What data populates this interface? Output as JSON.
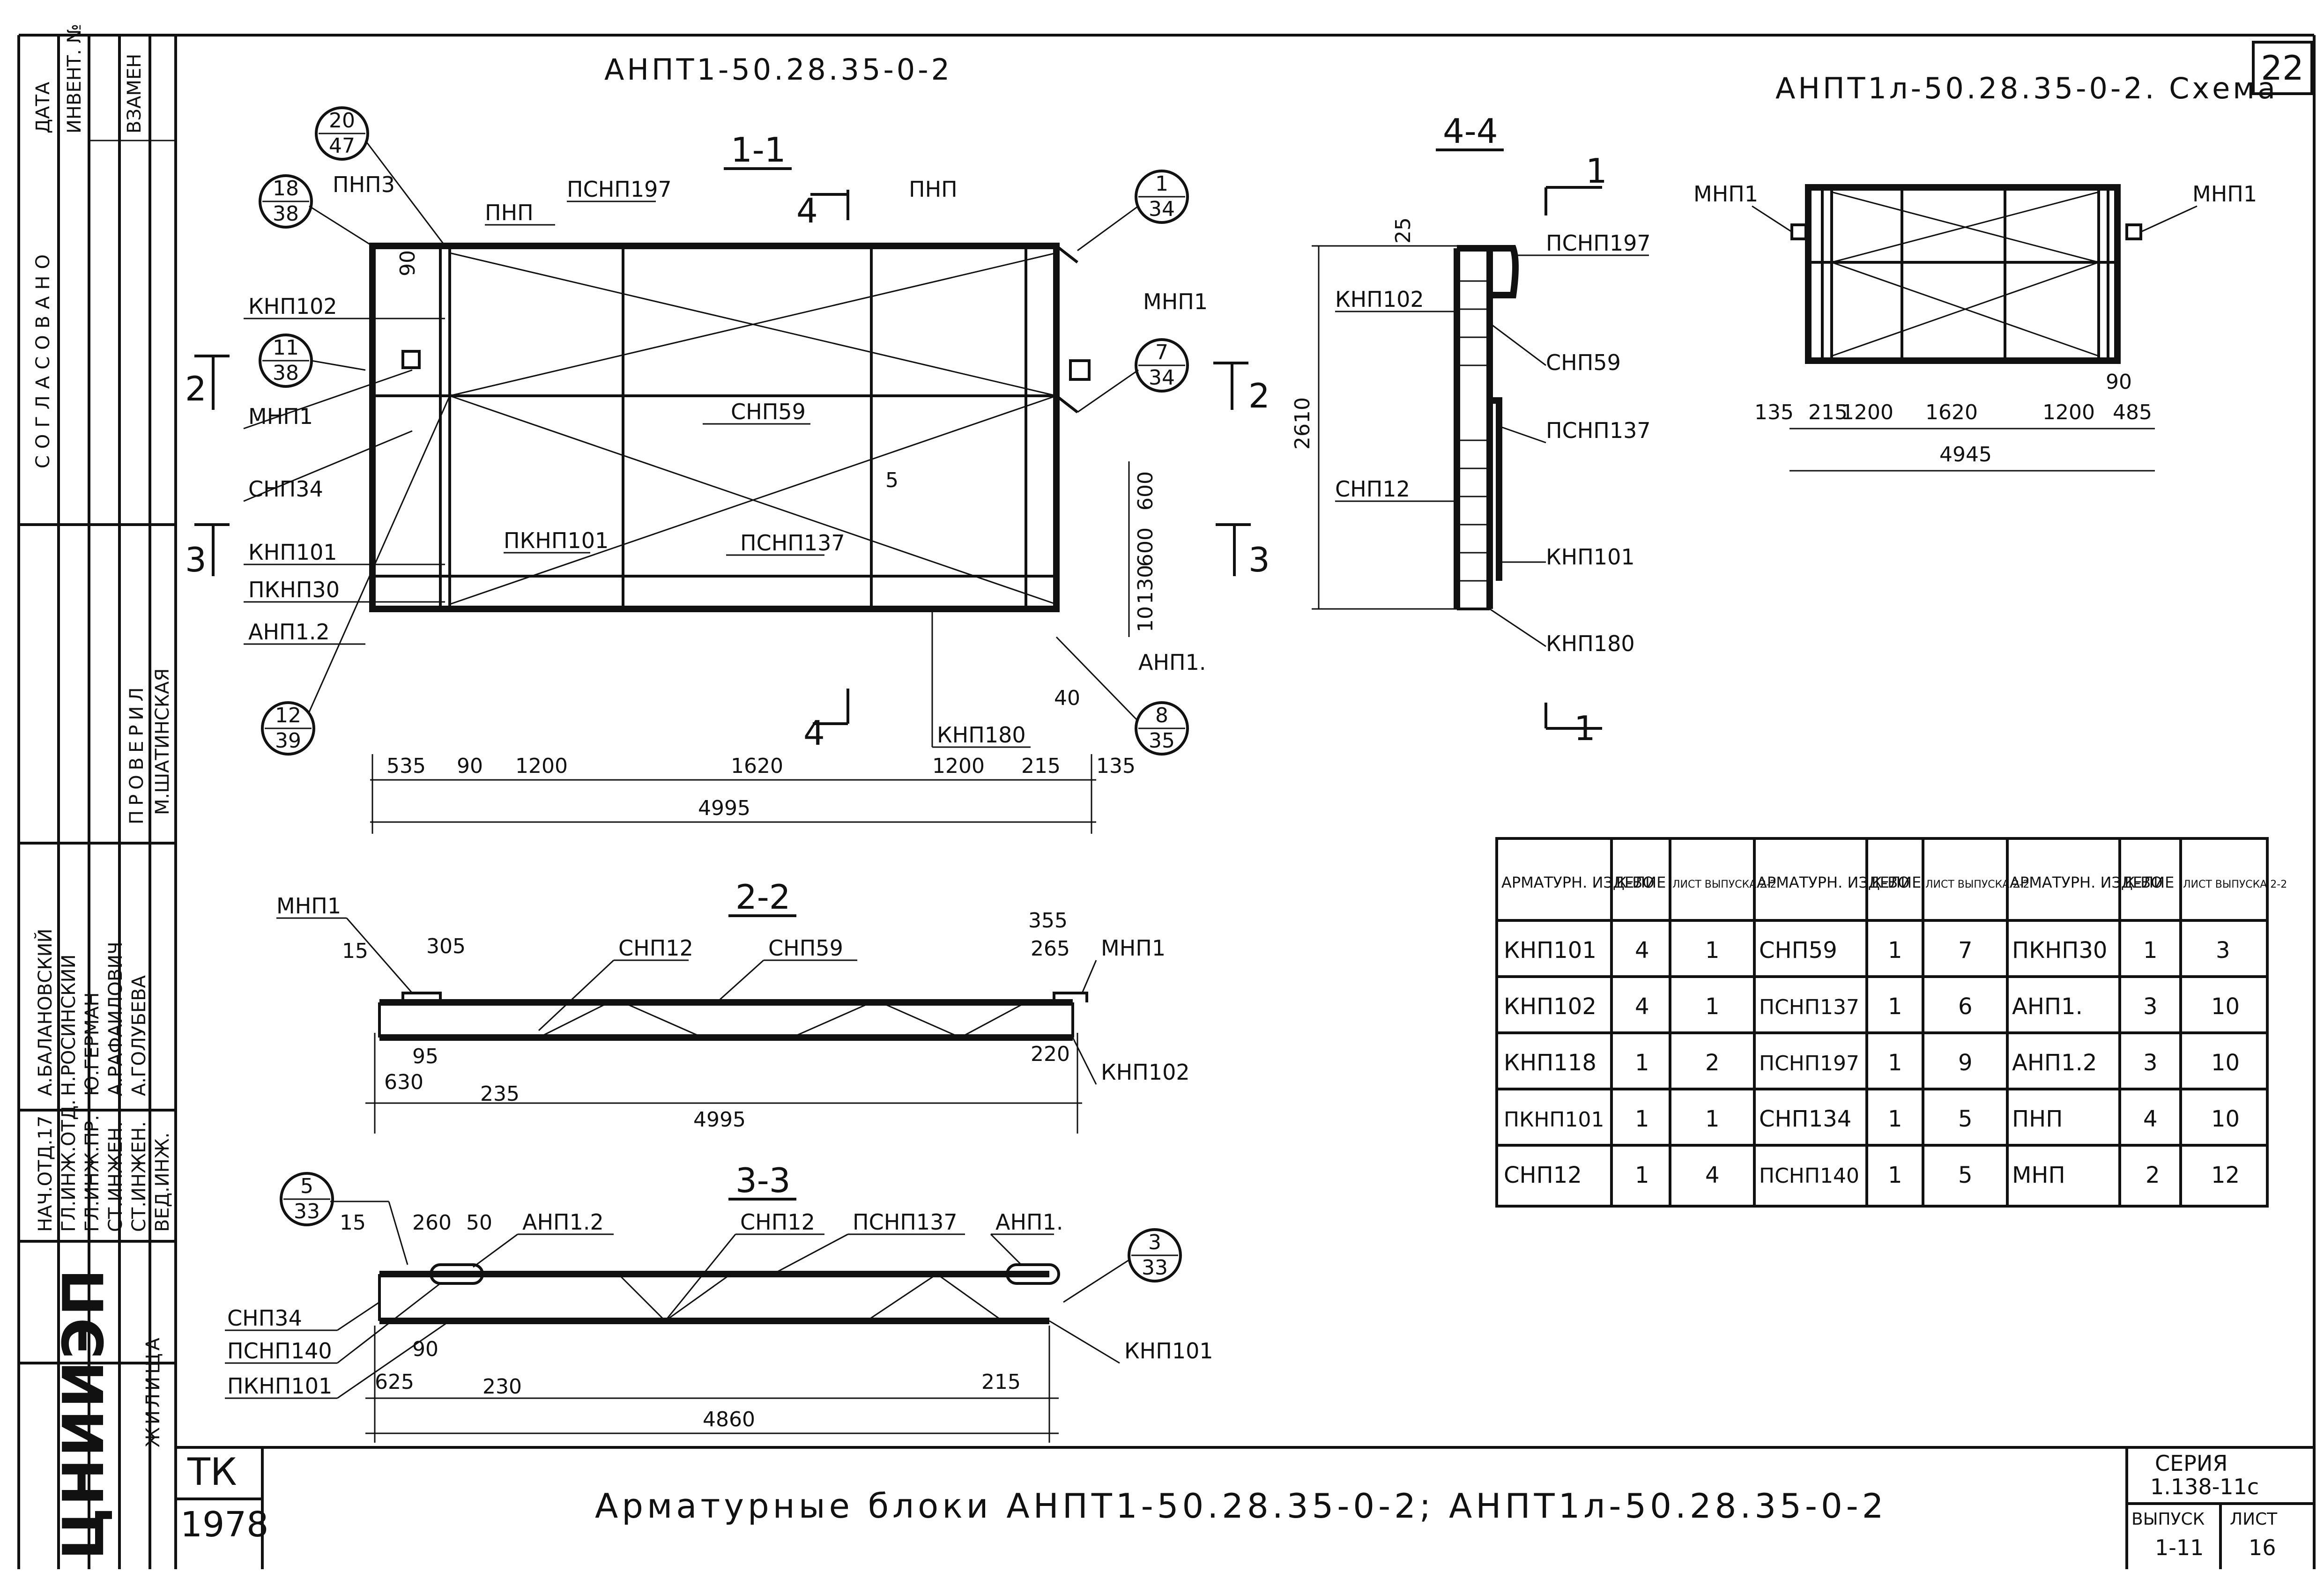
{
  "page_number": "22",
  "title_main": "АНПТ1-50.28.35-0-2",
  "title_scheme": "АНПТ1л-50.28.35-0-2. Схема",
  "bottom_title": "Арматурные блоки АНПТ1-50.28.35-0-2; АНПТ1л-50.28.35-0-2",
  "stamp": {
    "tk": "ТК",
    "year": "1978",
    "series_label": "СЕРИЯ",
    "series": "1.138-11с",
    "vypusk_label": "ВЫПУСК",
    "list_label": "ЛИСТ",
    "vypusk": "1-11",
    "list": "16"
  },
  "sidebar": {
    "agreed": "СОГЛАСОВАНО",
    "date": "ДАТА",
    "inv": "ИНВЕНТ. №",
    "zamen": "ВЗАМЕН",
    "checked": "ПРОВЕРИЛ",
    "org": "ЖИЛИЩА",
    "logo": "ЦНИИЭП",
    "roles": [
      "НАЧ.ОТД.17",
      "ГЛ.ИНЖ.ОТД.",
      "ГЛ.ИНЖ.ПР.",
      "СТ.ИНЖЕН.",
      "СТ.ИНЖЕН.",
      "ВЕД.ИНЖ."
    ],
    "names": [
      "А.БАЛАНОВСКИЙ",
      "Н.РОСИНСКИЙ",
      "Ю.ГЕРМАН",
      "А.РАФАИЛОВИЧ",
      "А.ГОЛУБЕВА",
      "М.ШАТИНСКАЯ"
    ]
  },
  "section_1_1": {
    "label": "1-1",
    "callouts": [
      {
        "top": "20",
        "bottom": "47"
      },
      {
        "top": "18",
        "bottom": "38"
      },
      {
        "top": "11",
        "bottom": "38"
      },
      {
        "top": "12",
        "bottom": "39"
      },
      {
        "top": "1",
        "bottom": "34"
      },
      {
        "top": "7",
        "bottom": "34"
      },
      {
        "top": "8",
        "bottom": "35"
      }
    ],
    "labels": [
      "ПНП3",
      "ПНП",
      "ПСНП197",
      "ПНП",
      "КНП102",
      "МНП1",
      "МНП1",
      "СНП59",
      "СНП34",
      "ПКНП101",
      "ПСНП137",
      "КНП101",
      "ПКНП30",
      "АНП1.2",
      "КНП180",
      "АНП1."
    ],
    "cut_marks": [
      "2",
      "2",
      "3",
      "3",
      "4",
      "4"
    ],
    "dims_bottom": [
      "535",
      "90",
      "1200",
      "1620",
      "1200",
      "215",
      "135"
    ],
    "total": "4995",
    "dims_right": [
      "600",
      "600",
      "130",
      "10",
      "40"
    ],
    "dim_top": "90",
    "note_5": "5"
  },
  "section_4_4": {
    "label": "4-4",
    "labels": [
      "ПСНП197",
      "КНП102",
      "СНП59",
      "ПСНП137",
      "СНП12",
      "КНП101",
      "КНП180"
    ],
    "dims": [
      "25",
      "2610"
    ],
    "cut_marks": [
      "1",
      "1"
    ]
  },
  "section_2_2": {
    "label": "2-2",
    "labels": [
      "МНП1",
      "СНП12",
      "СНП59",
      "МНП1",
      "КНП102"
    ],
    "dims": [
      "15",
      "305",
      "355",
      "265",
      "95",
      "630",
      "235",
      "220"
    ],
    "total": "4995"
  },
  "section_3_3": {
    "label": "3-3",
    "callouts": [
      {
        "top": "5",
        "bottom": "33"
      },
      {
        "top": "3",
        "bottom": "33"
      }
    ],
    "labels": [
      "АНП1.2",
      "СНП12",
      "ПСНП137",
      "АНП1.",
      "СНП34",
      "ПСНП140",
      "ПКНП101",
      "КНП101"
    ],
    "dims": [
      "15",
      "260",
      "50",
      "90",
      "625",
      "230",
      "215"
    ],
    "total": "4860"
  },
  "scheme": {
    "labels": [
      "МНП1",
      "МНП1"
    ],
    "dims": [
      "135",
      "215",
      "1200",
      "1620",
      "1200",
      "90",
      "485"
    ],
    "total": "4945"
  },
  "spec_table": {
    "headers": [
      "АРМАТУРН. ИЗДЕЛИЕ",
      "К-ВО",
      "ЛИСТ ВЫПУСКА 2-2",
      "АРМАТУРН. ИЗДЕЛИЕ",
      "К-ВО",
      "ЛИСТ ВЫПУСКА 2-2",
      "АРМАТУРН. ИЗДЕЛИЕ",
      "К-ВО",
      "ЛИСТ ВЫПУСКА 2-2"
    ],
    "rows": [
      [
        "КНП101",
        "4",
        "1",
        "СНП59",
        "1",
        "7",
        "ПКНП30",
        "1",
        "3"
      ],
      [
        "КНП102",
        "4",
        "1",
        "ПСНП137",
        "1",
        "6",
        "АНП1.",
        "3",
        "10"
      ],
      [
        "КНП118",
        "1",
        "2",
        "ПСНП197",
        "1",
        "9",
        "АНП1.2",
        "3",
        "10"
      ],
      [
        "ПКНП101",
        "1",
        "1",
        "СНП134",
        "1",
        "5",
        "ПНП",
        "4",
        "10"
      ],
      [
        "СНП12",
        "1",
        "4",
        "ПСНП140",
        "1",
        "5",
        "МНП",
        "2",
        "12"
      ]
    ]
  }
}
